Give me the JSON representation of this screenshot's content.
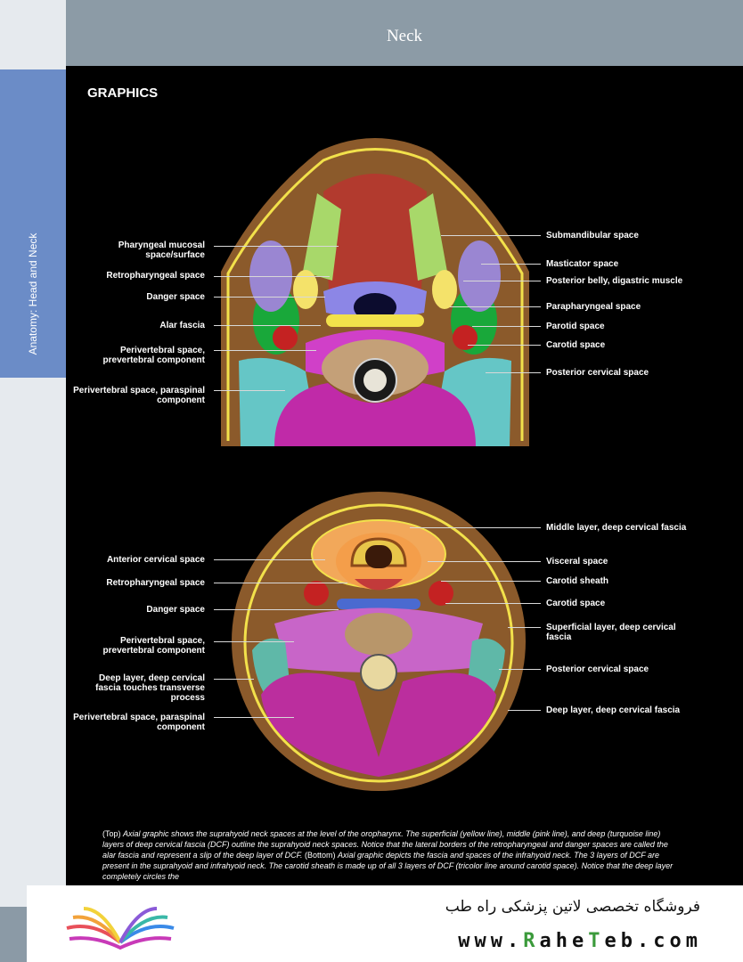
{
  "header": {
    "title": "Neck"
  },
  "side_tab": {
    "label": "Anatomy: Head and Neck"
  },
  "section": {
    "title": "GRAPHICS"
  },
  "figure_top": {
    "labels_left": [
      "Pharyngeal mucosal space/surface",
      "Retropharyngeal space",
      "Danger space",
      "Alar fascia",
      "Perivertebral space, prevertebral component",
      "Perivertebral space, paraspinal component"
    ],
    "labels_right": [
      "Submandibular space",
      "Masticator space",
      "Posterior belly, digastric muscle",
      "Parapharyngeal space",
      "Parotid space",
      "Carotid space",
      "Posterior cervical space"
    ]
  },
  "figure_bottom": {
    "labels_left": [
      "Anterior cervical space",
      "Retropharyngeal space",
      "Danger space",
      "Perivertebral space, prevertebral component",
      "Deep layer, deep cervical fascia touches transverse process",
      "Perivertebral space, paraspinal component"
    ],
    "labels_right": [
      "Middle layer, deep cervical fascia",
      "Visceral space",
      "Carotid sheath",
      "Carotid space",
      "Superficial layer, deep cervical fascia",
      "Posterior cervical space",
      "Deep layer, deep cervical fascia"
    ]
  },
  "caption": {
    "lead_top": "(Top)",
    "text_top": "Axial graphic shows the suprahyoid neck spaces at the level of the oropharynx. The superficial (yellow line), middle (pink line), and deep (turquoise line) layers of deep cervical fascia (DCF) outline the suprahyoid neck spaces. Notice that the lateral borders of the retropharyngeal and danger spaces are called the alar fascia and represent a slip of the deep layer of DCF.",
    "lead_bottom": "(Bottom)",
    "text_bottom": "Axial graphic depicts the fascia and spaces of the infrahyoid neck. The 3 layers of DCF are present in the suprahyoid and infrahyoid neck. The carotid sheath is made up of all 3 layers of DCF (tricolor line around carotid space). Notice that the deep layer completely circles the"
  },
  "footer": {
    "store_name": "فروشگاه تخصصی لاتین پزشکی  راه طب",
    "url_prefix": "www.",
    "url_r": "R",
    "url_mid": "ahe",
    "url_t": "T",
    "url_suffix": "eb.com"
  },
  "colors": {
    "header": "#8c9ba6",
    "side_tab": "#6b8cc7",
    "background": "#000000"
  }
}
